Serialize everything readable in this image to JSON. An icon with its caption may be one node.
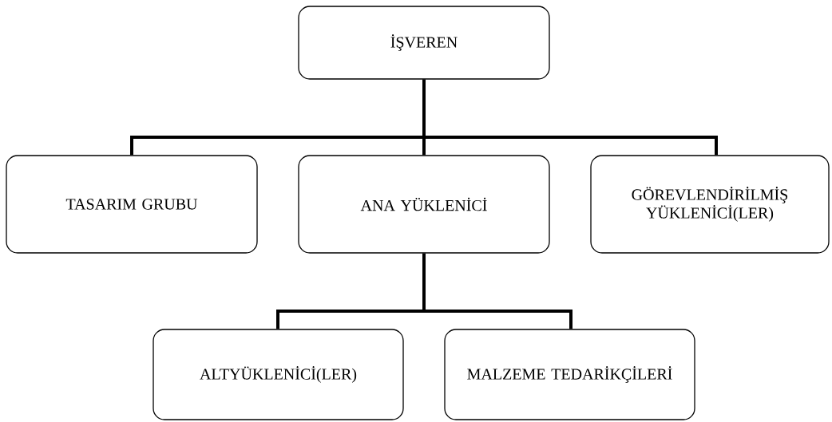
{
  "diagram": {
    "nodes": [
      {
        "text": [
          "İŞVEREN"
        ]
      },
      {
        "text": [
          "TASARIM GRUBU"
        ]
      },
      {
        "text": [
          "ANA YÜKLENİCİ"
        ]
      },
      {
        "text": [
          "GÖREVLENDİRİLMİŞ YÜKLENİCİ(LER)"
        ]
      },
      {
        "text": [
          "ALTYÜKLENİCİ(LER)"
        ]
      },
      {
        "text": [
          "MALZEME TEDARİKÇİLERİ"
        ]
      }
    ],
    "edges": [
      {
        "from": 0,
        "to": 1,
        "arrow": "none"
      },
      {
        "from": 0,
        "to": 2,
        "arrow": "none"
      },
      {
        "from": 0,
        "to": 3,
        "arrow": "none"
      },
      {
        "from": 2,
        "to": 4,
        "arrow": "none"
      },
      {
        "from": 2,
        "to": 5,
        "arrow": "none"
      }
    ]
  }
}
